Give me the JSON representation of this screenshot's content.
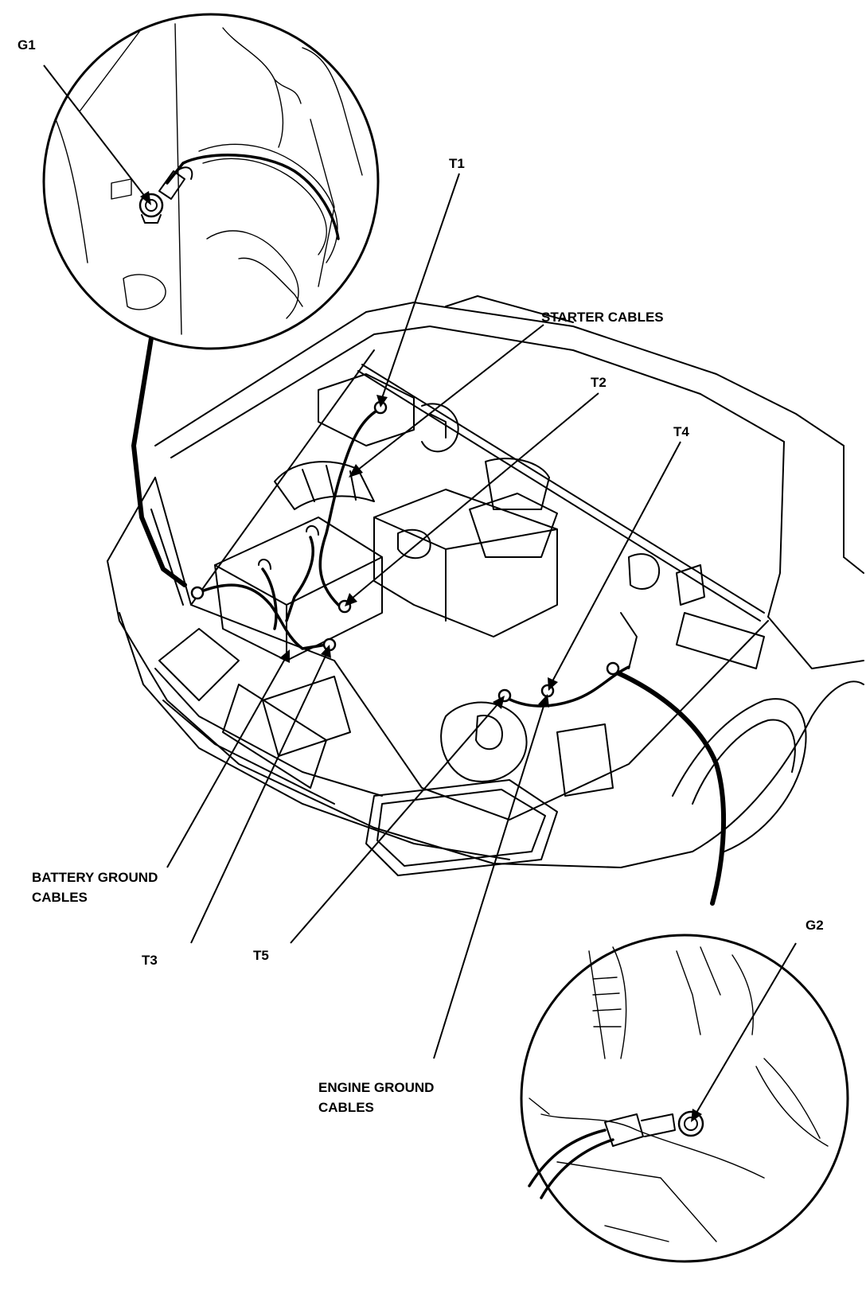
{
  "labels": {
    "g1": "G1",
    "t1": "T1",
    "starter_cables": "STARTER CABLES",
    "t2": "T2",
    "t4": "T4",
    "battery_ground_line1": "BATTERY GROUND",
    "battery_ground_line2": "CABLES",
    "t3": "T3",
    "t5": "T5",
    "g2": "G2",
    "engine_ground_line1": "ENGINE GROUND",
    "engine_ground_line2": "CABLES"
  }
}
